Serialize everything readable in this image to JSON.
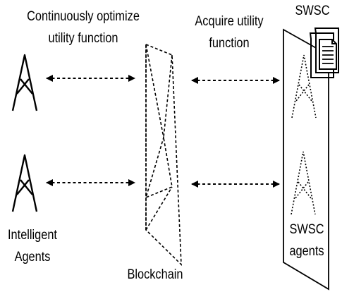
{
  "labels": {
    "optimize": [
      "Continuously optimize",
      "utility function"
    ],
    "acquire": [
      "Acquire utility",
      "function"
    ],
    "swsc_title": "SWSC",
    "intelligent_agents": [
      "Intelligent",
      "Agents"
    ],
    "blockchain": "Blockchain",
    "swsc_agents": [
      "SWSC",
      "agents"
    ]
  },
  "icons": {
    "agent_tower": "tower-icon",
    "swsc_tower": "dotted-tower-icon",
    "document": "document-icon",
    "arrow": "double-arrow"
  },
  "colors": {
    "ink": "#000000",
    "background": "#ffffff"
  }
}
